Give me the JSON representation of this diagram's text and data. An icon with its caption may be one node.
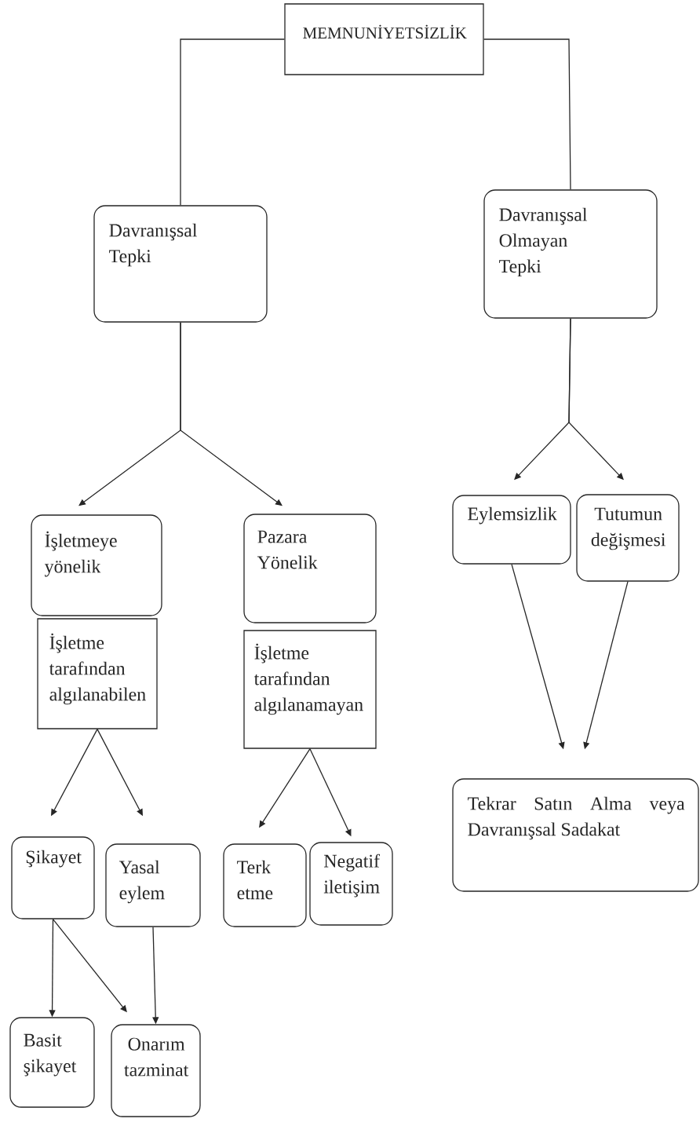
{
  "diagram": {
    "nodes": [
      {
        "text": [
          "MEMNUNİYETSİZLİK"
        ]
      },
      {
        "text": [
          "Davranışsal Tepki"
        ]
      },
      {
        "text": [
          "Davranışsal Olmayan Tepki"
        ]
      },
      {
        "text": [
          "İşletmeye yönelik"
        ]
      },
      {
        "text": [
          "İşletme tarafından algılanabilen"
        ]
      },
      {
        "text": [
          "Pazara Yönelik"
        ]
      },
      {
        "text": [
          "İşletme tarafından algılanamayan"
        ]
      },
      {
        "text": [
          "Eylemsizlik"
        ]
      },
      {
        "text": [
          "Tutumun değişmesi"
        ]
      },
      {
        "text": [
          "Tekrar Satın Alma veya Davranışsal Sadakat"
        ]
      },
      {
        "text": [
          "Şikayet"
        ]
      },
      {
        "text": [
          "Yasal eylem"
        ]
      },
      {
        "text": [
          "Terk etme"
        ]
      },
      {
        "text": [
          "Negatif iletişim"
        ]
      },
      {
        "text": [
          "Basit şikayet"
        ]
      },
      {
        "text": [
          "Onarım tazminat"
        ]
      }
    ],
    "edges": [
      {
        "from": 0,
        "to": 1,
        "arrow": "none"
      },
      {
        "from": 0,
        "to": 2,
        "arrow": "none"
      },
      {
        "from": 1,
        "to": 3,
        "arrow": "to"
      },
      {
        "from": 1,
        "to": 5,
        "arrow": "to"
      },
      {
        "from": 2,
        "to": 7,
        "arrow": "to"
      },
      {
        "from": 2,
        "to": 8,
        "arrow": "to"
      },
      {
        "from": 4,
        "to": 10,
        "arrow": "to"
      },
      {
        "from": 4,
        "to": 11,
        "arrow": "to"
      },
      {
        "from": 6,
        "to": 12,
        "arrow": "to"
      },
      {
        "from": 6,
        "to": 13,
        "arrow": "to"
      },
      {
        "from": 7,
        "to": 9,
        "arrow": "to"
      },
      {
        "from": 8,
        "to": 9,
        "arrow": "to"
      },
      {
        "from": 10,
        "to": 14,
        "arrow": "to"
      },
      {
        "from": 10,
        "to": 15,
        "arrow": "to"
      },
      {
        "from": 11,
        "to": 15,
        "arrow": "to"
      }
    ]
  }
}
